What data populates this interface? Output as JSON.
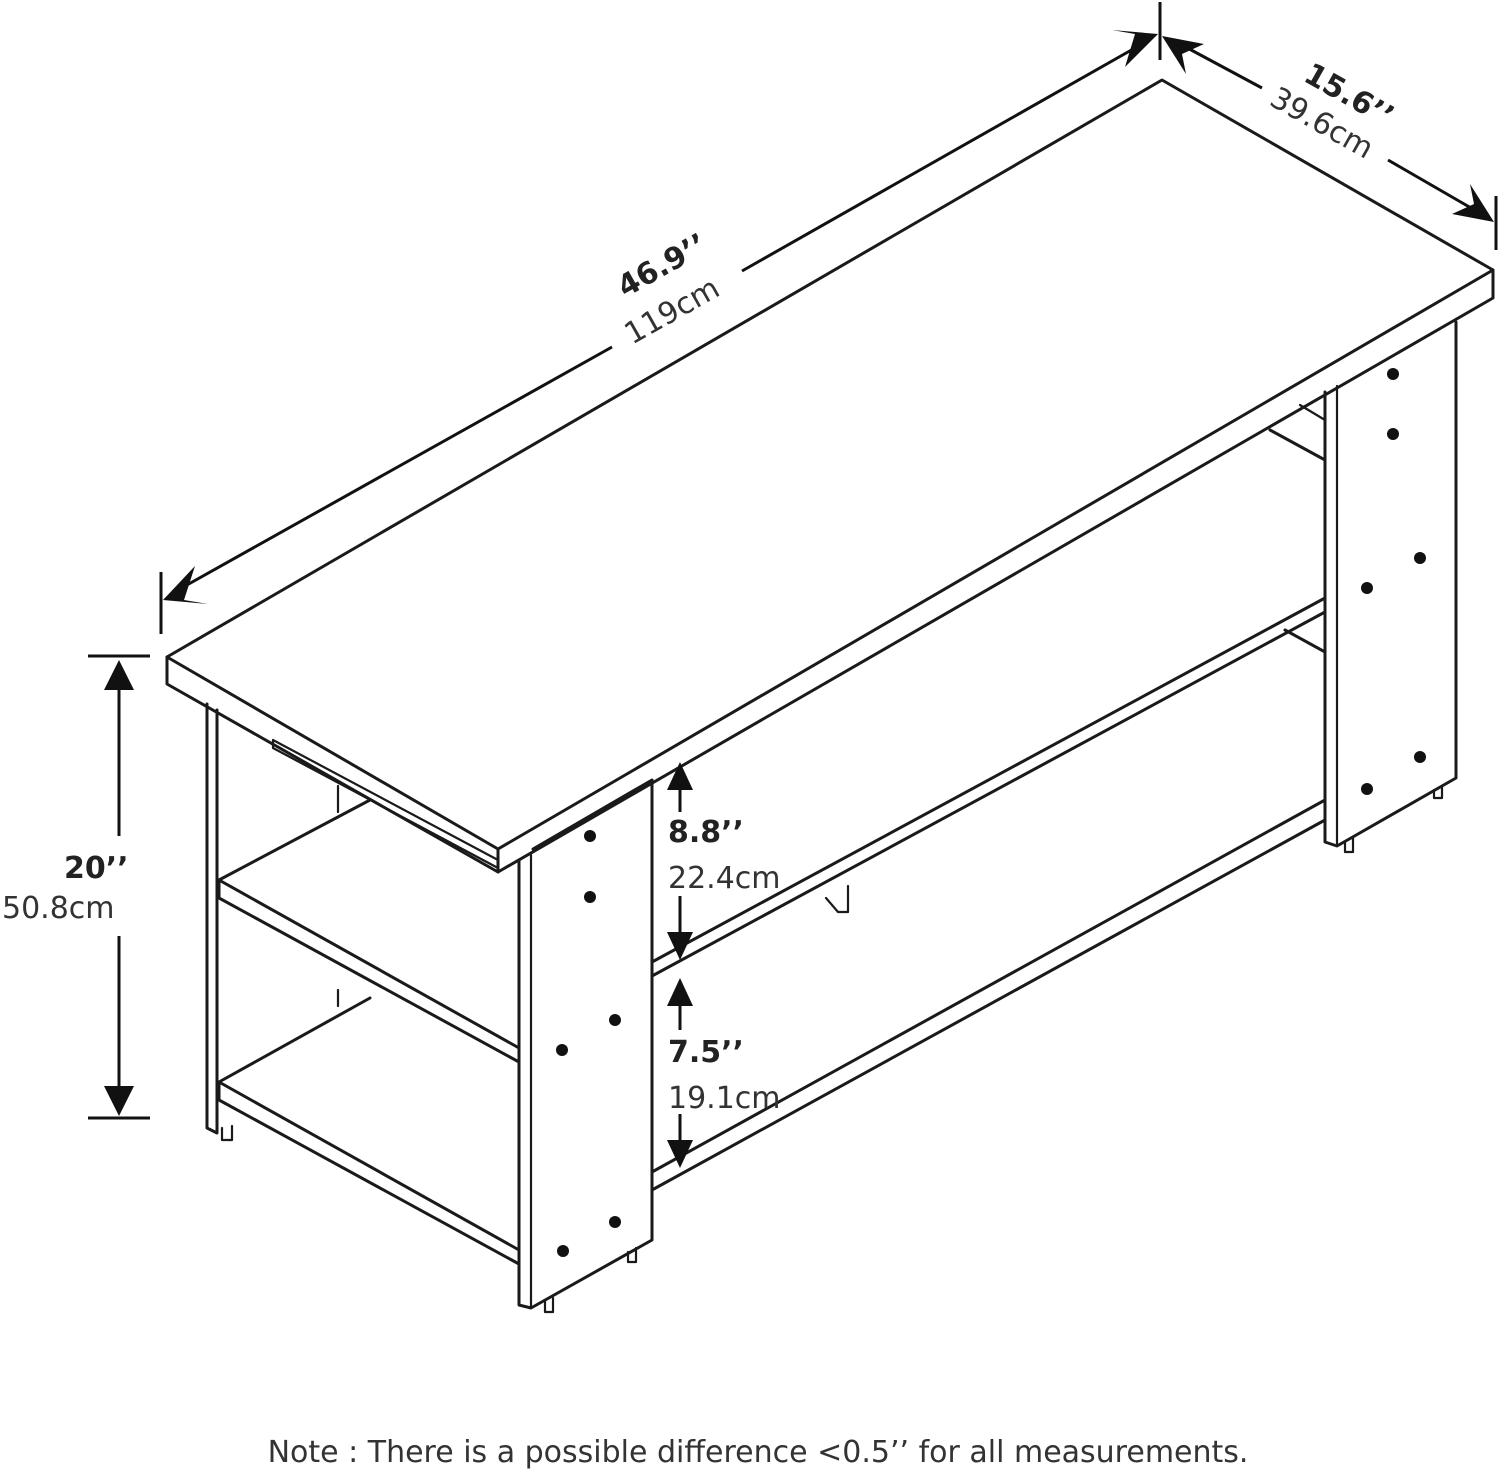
{
  "dimensions": {
    "length": {
      "imperial": "46.9’’",
      "metric": "119cm"
    },
    "depth": {
      "imperial": "15.6’’",
      "metric": "39.6cm"
    },
    "height": {
      "imperial": "20’’",
      "metric": "50.8cm"
    },
    "upper_shelf_gap": {
      "imperial": "8.8’’",
      "metric": "22.4cm"
    },
    "lower_shelf_gap": {
      "imperial": "7.5’’",
      "metric": "19.1cm"
    }
  },
  "note": "Note : There is a possible difference <0.5’’ for all measurements."
}
